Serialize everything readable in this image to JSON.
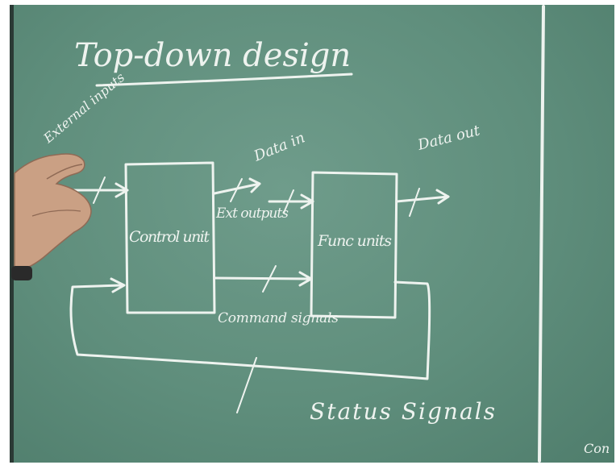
{
  "diagram": {
    "title": "Top-down design",
    "labels": {
      "external_inputs": "External inputs",
      "data_in": "Data in",
      "data_out": "Data out",
      "ext_outputs": "Ext outputs",
      "command_signals": "Command signals",
      "status_signals": "Status Signals",
      "edge_fragment": "Con"
    },
    "blocks": {
      "control_unit": "Control unit",
      "func_units": "Func units"
    }
  },
  "colors": {
    "board": "#5f8e7c",
    "chalk": "#eef3ef",
    "skin": "#caa084"
  }
}
